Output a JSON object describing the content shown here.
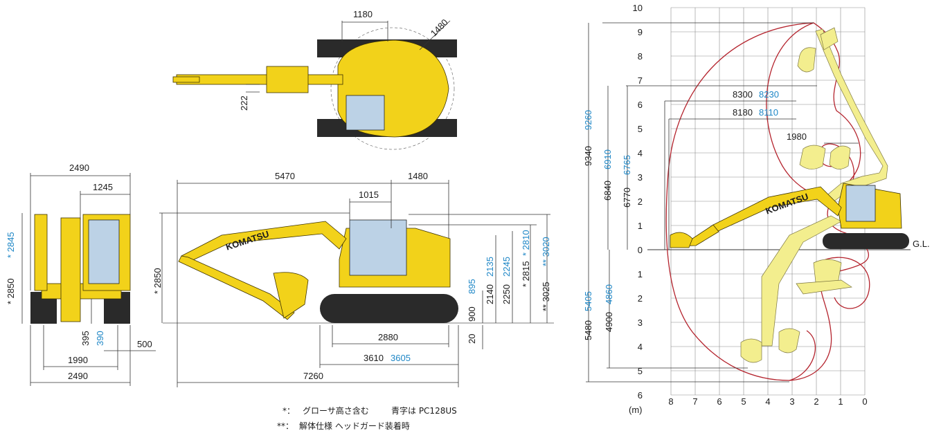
{
  "top_view": {
    "w_cab": "1180",
    "r_tail": "1480",
    "offset": "222"
  },
  "front_view": {
    "w_total_top": "2490",
    "w_half": "1245",
    "h_cab": "* 2850",
    "h_cab_blue": "* 2845",
    "clear": "395",
    "clear_blue": "390",
    "shoe": "500",
    "gauge": "1990",
    "w_total_bottom": "2490"
  },
  "side_view": {
    "d_5470": "5470",
    "d_1480": "1480",
    "d_1015": "1015",
    "h_2850": "* 2850",
    "d_900": "900",
    "d_895_blue": "895",
    "d_2140": "2140",
    "d_2135_blue": "2135",
    "d_2250": "2250",
    "d_2245_blue": "2245",
    "d_2815": "* 2815",
    "d_2810_blue": "* 2810",
    "d_3025": "** 3025",
    "d_3020_blue": "** 3020",
    "d_20": "20",
    "d_2880": "2880",
    "d_3610": "3610",
    "d_3605_blue": "3605",
    "d_7260": "7260",
    "brand": "KOMATSU"
  },
  "notes": {
    "n1_mark": "*：",
    "n1_text": "グローサ高さ含む",
    "n1_blue": "青字は PC128US",
    "n2_mark": "**：",
    "n2_text": "解体仕様 ヘッドガード装着時"
  },
  "working_range": {
    "r8300": "8300",
    "r8230_blue": "8230",
    "r8180": "8180",
    "r8110_blue": "8110",
    "r1980": "1980",
    "v9340": "9340",
    "v9260_blue": "9260",
    "v6840": "6840",
    "v6910_blue": "6910",
    "v6770": "6770",
    "v6765_blue": "6765",
    "v5480": "5480",
    "v5405_blue": "5405",
    "v4900": "4900",
    "v4860_blue": "4860",
    "gl": "G.L.",
    "unit": "(m)",
    "y_up": [
      "10",
      "9",
      "8",
      "7",
      "6",
      "5",
      "4",
      "3",
      "2",
      "1",
      "0"
    ],
    "y_down": [
      "1",
      "2",
      "3",
      "4",
      "5",
      "6"
    ],
    "x_ticks": [
      "8",
      "7",
      "6",
      "5",
      "4",
      "3",
      "2",
      "1",
      "0"
    ]
  },
  "colors": {
    "machine": "#f2d21a",
    "envelope": "#b4232d",
    "blue_text": "#1d86c6"
  }
}
